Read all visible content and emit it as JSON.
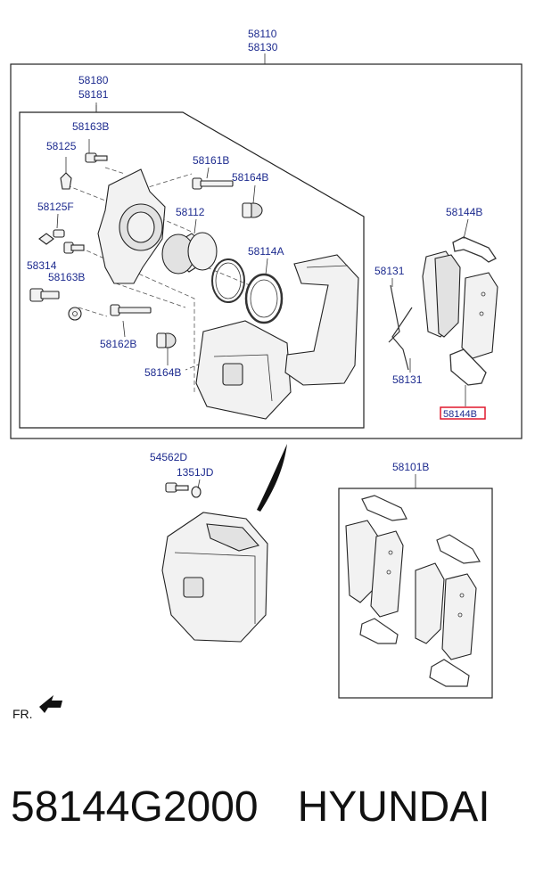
{
  "callouts": {
    "c58110": "58110",
    "c58130": "58130",
    "c58180": "58180",
    "c58181": "58181",
    "c58163B_a": "58163B",
    "c58125": "58125",
    "c58161B": "58161B",
    "c58164B_a": "58164B",
    "c58112": "58112",
    "c58125F": "58125F",
    "c58314": "58314",
    "c58163B_b": "58163B",
    "c58114A": "58114A",
    "c58162B": "58162B",
    "c58164B_b": "58164B",
    "c58144B_a": "58144B",
    "c58131_a": "58131",
    "c58131_b": "58131",
    "c58144B_b": "58144B",
    "c54562D": "54562D",
    "c1351JD": "1351JD",
    "c58101B": "58101B"
  },
  "direction_label": "FR.",
  "highlight_color": "#e0182d",
  "label_color": "#1d2b8f",
  "caption": {
    "part_number": "58144G2000",
    "brand": "HYUNDAI"
  }
}
